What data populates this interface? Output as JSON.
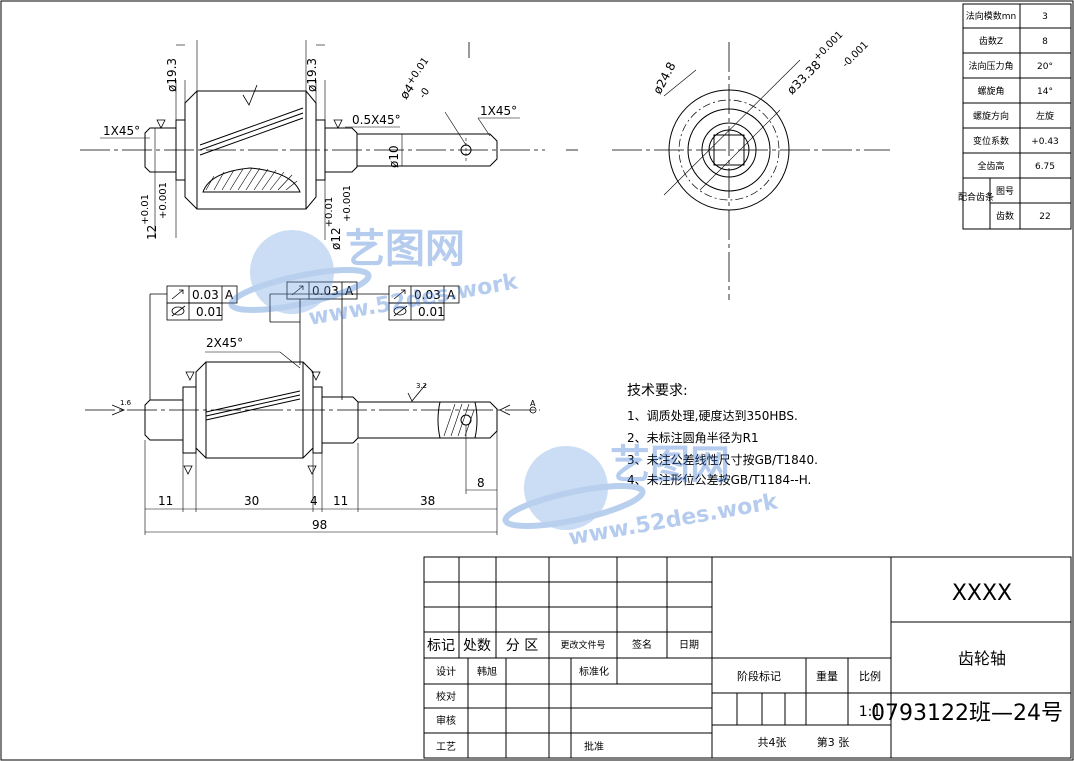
{
  "params_table": {
    "rows": [
      {
        "label": "法向模数mn",
        "value": "3"
      },
      {
        "label": "齿数Z",
        "value": "8"
      },
      {
        "label": "法向压力角",
        "value": "20°"
      },
      {
        "label": "螺旋角",
        "value": "14°"
      },
      {
        "label": "螺旋方向",
        "value": "左旋"
      },
      {
        "label": "变位系数",
        "value": "+0.43"
      },
      {
        "label": "全齿高",
        "value": "6.75"
      }
    ],
    "mating": {
      "group": "配合齿条",
      "drawing_no_label": "图号",
      "drawing_no_value": "",
      "teeth_label": "齿数",
      "teeth_value": "22"
    }
  },
  "top_view": {
    "dia1": "ø19.3",
    "dia2": "ø19.3",
    "chamfer_left": "1X45°",
    "chamfer_mid": "0.5X45°",
    "chamfer_right": "1X45°",
    "hole": "ø4",
    "hole_tol_upper": "+0.01",
    "hole_tol_lower": "-0",
    "dia_shaft": "ø10",
    "len_12": "12",
    "len_12_tol_upper": "+0.01",
    "len_12_tol_lower": "+0.001",
    "dia_12": "ø12",
    "dia_12_tol_upper": "+0.01",
    "dia_12_tol_lower": "+0.001"
  },
  "end_view": {
    "dia_small": "ø24.8",
    "dia_big": "ø33.38",
    "dia_big_tol_upper": "+0.001",
    "dia_big_tol_lower": "-0.001"
  },
  "tolerance_frames": [
    {
      "runout": "0.03",
      "datum": "A",
      "cyl": "0.01"
    },
    {
      "runout": "0.03",
      "datum": "A"
    },
    {
      "runout": "0.03",
      "datum": "A",
      "cyl": "0.01"
    }
  ],
  "front_view": {
    "chamfer": "2X45°",
    "roughness_a": "1.6",
    "roughness_b": "3.2",
    "datum_label": "A",
    "dims": {
      "d11a": "11",
      "d30": "30",
      "d4": "4",
      "d11b": "11",
      "d38": "38",
      "d8": "8",
      "d98": "98"
    }
  },
  "notes": {
    "title": "技术要求:",
    "items": [
      "1、调质处理,硬度达到350HBS.",
      "2、未标注圆角半径为R1",
      "3、未注公差线性尺寸按GB/T1840.",
      "4、未注形位公差按GB/T1184--H."
    ]
  },
  "watermark": {
    "brand": "艺图网",
    "url": "www.52des.work"
  },
  "title_block": {
    "company": "XXXX",
    "part_name": "齿轮轴",
    "drawing_no": "0793122班—24号",
    "scale_value": "1:1",
    "headers": {
      "mark": "标记",
      "count": "处数",
      "zone": "分 区",
      "change_doc": "更改文件号",
      "sign": "签名",
      "date": "日期"
    },
    "rows": {
      "design": "设计",
      "designer": "韩旭",
      "standard": "标准化",
      "check": "校对",
      "review": "审核",
      "process": "工艺",
      "approve": "批准"
    },
    "stage_mark": "阶段标记",
    "weight": "重量",
    "scale": "比例",
    "sheets_total": "共4张",
    "sheet_no": "第3 张"
  }
}
